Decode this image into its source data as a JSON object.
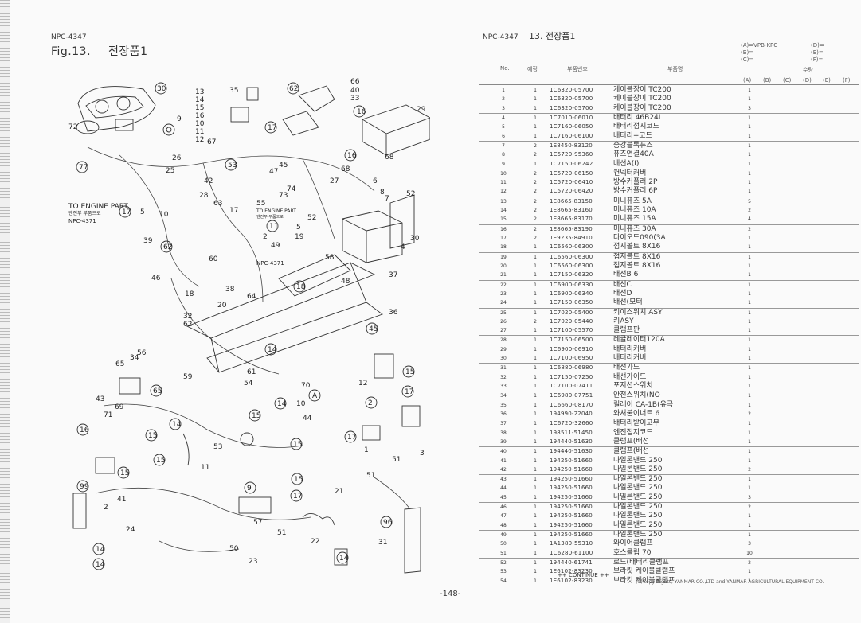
{
  "left_page": {
    "npc": "NPC-4347",
    "fig_label": "Fig.13.",
    "fig_title": "전장품1",
    "page_number": "-148-",
    "callouts": [
      "30",
      "13",
      "35",
      "62",
      "20",
      "66",
      "40",
      "33",
      "14",
      "15",
      "16",
      "2",
      "29",
      "72",
      "9",
      "10",
      "11",
      "12",
      "67",
      "17",
      "26",
      "8",
      "25",
      "55",
      "16",
      "68",
      "77",
      "2",
      "42",
      "53",
      "45",
      "47",
      "68",
      "27",
      "6",
      "74",
      "28",
      "73",
      "8",
      "7",
      "52",
      "63",
      "55",
      "5",
      "21",
      "6",
      "3",
      "19",
      "50",
      "39",
      "62",
      "60",
      "NPC-4371",
      "NPC-4371",
      "20",
      "58",
      "48",
      "37",
      "46",
      "18",
      "38",
      "64",
      "32",
      "62",
      "36",
      "13",
      "51",
      "14",
      "4",
      "34",
      "56",
      "61",
      "65",
      "59",
      "43",
      "65",
      "4",
      "54",
      "70",
      "12",
      "17",
      "3",
      "71",
      "69",
      "11",
      "14",
      "10",
      "44",
      "2",
      "21",
      "16",
      "3",
      "15",
      "3",
      "14",
      "1",
      "53",
      "17",
      "1",
      "51",
      "15",
      "6",
      "15",
      "1",
      "15",
      "12",
      "99",
      "2",
      "15",
      "7",
      "41",
      "9",
      "1",
      "17",
      "3",
      "21",
      "51",
      "22",
      "57",
      "24",
      "14",
      "9",
      "14",
      "8",
      "50",
      "23",
      "96",
      "5",
      "31",
      "14",
      "7",
      "2",
      "1",
      "3",
      "54",
      "19",
      "61",
      "5",
      "4",
      "45",
      "3",
      "15",
      "11"
    ],
    "engine_part_1": "TO ENGINE PART",
    "engine_part_1_sub": "엔진부 부품으로",
    "engine_part_1_ref": "NPC-4371",
    "engine_part_2": "TO ENGINE PART",
    "engine_part_2_sub": "엔진부 부품으로",
    "engine_part_2_ref": "NPC-4371"
  },
  "right_page": {
    "npc": "NPC-4347",
    "section": "13.  전장품1",
    "models_left": [
      "(A)=VPB-KPC",
      "(B)=",
      "(C)="
    ],
    "models_right": [
      "(D)=",
      "(E)=",
      "(F)="
    ],
    "headers": {
      "no": "No.",
      "ref": "예정",
      "part_no": "부품번호",
      "name": "부품명",
      "qty": "수량"
    },
    "qty_cols": [
      "(A)",
      "(B)",
      "(C)",
      "(D)",
      "(E)",
      "(F)"
    ],
    "rows": [
      {
        "no": "1",
        "ref": "1",
        "pn": "1C6320-05700",
        "name": "케이블장이 TC200",
        "qa": "1"
      },
      {
        "no": "2",
        "ref": "1",
        "pn": "1C6320-05700",
        "name": "케이블장이 TC200",
        "qa": "1"
      },
      {
        "no": "3",
        "ref": "1",
        "pn": "1C6320-05700",
        "name": "케이블장이 TC200",
        "qa": "3"
      },
      {
        "no": "4",
        "ref": "1",
        "pn": "1C7010-06010",
        "name": "배터리 46B24L",
        "qa": "1"
      },
      {
        "no": "5",
        "ref": "1",
        "pn": "1C7160-06050",
        "name": "배터리접지코드",
        "qa": "1"
      },
      {
        "no": "6",
        "ref": "1",
        "pn": "1C7160-06100",
        "name": "배터리+코드",
        "qa": "1"
      },
      {
        "no": "7",
        "ref": "2",
        "pn": "1E8450-83120",
        "name": "승강블록퓨즈",
        "qa": "1"
      },
      {
        "no": "8",
        "ref": "2",
        "pn": "1C5720-95360",
        "name": "퓨즈연결40A",
        "qa": "1"
      },
      {
        "no": "9",
        "ref": "1",
        "pn": "1C7150-06242",
        "name": "배선A(I)",
        "qa": "1"
      },
      {
        "no": "10",
        "ref": "2",
        "pn": "1C5720-06150",
        "name": "컨넥터커버",
        "qa": "1"
      },
      {
        "no": "11",
        "ref": "2",
        "pn": "1C5720-06410",
        "name": "방수커플러 2P",
        "qa": "1"
      },
      {
        "no": "12",
        "ref": "2",
        "pn": "1C5720-06420",
        "name": "방수커플러 6P",
        "qa": "1"
      },
      {
        "no": "13",
        "ref": "2",
        "pn": "1E8665-83150",
        "name": "미니퓨즈 5A",
        "qa": "5"
      },
      {
        "no": "14",
        "ref": "2",
        "pn": "1E8665-83160",
        "name": "미니퓨즈 10A",
        "qa": "2"
      },
      {
        "no": "15",
        "ref": "2",
        "pn": "1E8665-83170",
        "name": "미니퓨즈 15A",
        "qa": "4"
      },
      {
        "no": "16",
        "ref": "2",
        "pn": "1E8665-83190",
        "name": "미니퓨즈 30A",
        "qa": "2"
      },
      {
        "no": "17",
        "ref": "2",
        "pn": "1E9235-84910",
        "name": "다이오드090(3A",
        "qa": "1"
      },
      {
        "no": "18",
        "ref": "1",
        "pn": "1C6560-06300",
        "name": "접지볼트 8X16",
        "qa": "1"
      },
      {
        "no": "19",
        "ref": "1",
        "pn": "1C6560-06300",
        "name": "접지볼트 8X16",
        "qa": "1"
      },
      {
        "no": "20",
        "ref": "1",
        "pn": "1C6560-06300",
        "name": "접지볼트 8X16",
        "qa": "1"
      },
      {
        "no": "21",
        "ref": "1",
        "pn": "1C7150-06320",
        "name": "배선B 6",
        "qa": "1"
      },
      {
        "no": "22",
        "ref": "1",
        "pn": "1C6900-06330",
        "name": "배선C",
        "qa": "1"
      },
      {
        "no": "23",
        "ref": "1",
        "pn": "1C6900-06340",
        "name": "배선D",
        "qa": "1"
      },
      {
        "no": "24",
        "ref": "1",
        "pn": "1C7150-06350",
        "name": "배선(모터",
        "qa": "1"
      },
      {
        "no": "25",
        "ref": "1",
        "pn": "1C7020-05400",
        "name": "키이스위치 ASY",
        "qa": "1"
      },
      {
        "no": "26",
        "ref": "2",
        "pn": "1C7020-05440",
        "name": "키ASY",
        "qa": "1"
      },
      {
        "no": "27",
        "ref": "1",
        "pn": "1C7100-05570",
        "name": "클램프판",
        "qa": "1"
      },
      {
        "no": "28",
        "ref": "1",
        "pn": "1C7150-06500",
        "name": "레귤레이터120A",
        "qa": "1"
      },
      {
        "no": "29",
        "ref": "1",
        "pn": "1C6900-06910",
        "name": "배터리커버",
        "qa": "1"
      },
      {
        "no": "30",
        "ref": "1",
        "pn": "1C7100-06950",
        "name": "배터리커버",
        "qa": "1"
      },
      {
        "no": "31",
        "ref": "1",
        "pn": "1C6880-06980",
        "name": "배선가드",
        "qa": "1"
      },
      {
        "no": "32",
        "ref": "1",
        "pn": "1C7150-07250",
        "name": "배선가이드",
        "qa": "1"
      },
      {
        "no": "33",
        "ref": "1",
        "pn": "1C7100-07411",
        "name": "포지션스위치",
        "qa": "1"
      },
      {
        "no": "34",
        "ref": "1",
        "pn": "1C6980-07751",
        "name": "안전스위치(NO",
        "qa": "1"
      },
      {
        "no": "35",
        "ref": "1",
        "pn": "1C6660-08170",
        "name": "릴레이 CA-1B(유극",
        "qa": "1"
      },
      {
        "no": "36",
        "ref": "1",
        "pn": "194990-22040",
        "name": "와셔붙이너트 6",
        "qa": "2"
      },
      {
        "no": "37",
        "ref": "1",
        "pn": "1C6720-32660",
        "name": "배터리받이고무",
        "qa": "1"
      },
      {
        "no": "38",
        "ref": "1",
        "pn": "198511-51450",
        "name": "엔진접지코드",
        "qa": "1"
      },
      {
        "no": "39",
        "ref": "1",
        "pn": "194440-51630",
        "name": "클램프(배선",
        "qa": "1"
      },
      {
        "no": "40",
        "ref": "1",
        "pn": "194440-51630",
        "name": "클램프(배선",
        "qa": "1"
      },
      {
        "no": "41",
        "ref": "1",
        "pn": "194250-51660",
        "name": "나일론밴드 250",
        "qa": "1"
      },
      {
        "no": "42",
        "ref": "1",
        "pn": "194250-51660",
        "name": "나일론밴드 250",
        "qa": "2"
      },
      {
        "no": "43",
        "ref": "1",
        "pn": "194250-51660",
        "name": "나일론밴드 250",
        "qa": "1"
      },
      {
        "no": "44",
        "ref": "1",
        "pn": "194250-51660",
        "name": "나일론밴드 250",
        "qa": "1"
      },
      {
        "no": "45",
        "ref": "1",
        "pn": "194250-51660",
        "name": "나일론밴드 250",
        "qa": "3"
      },
      {
        "no": "46",
        "ref": "1",
        "pn": "194250-51660",
        "name": "나일론밴드 250",
        "qa": "2"
      },
      {
        "no": "47",
        "ref": "1",
        "pn": "194250-51660",
        "name": "나일론밴드 250",
        "qa": "1"
      },
      {
        "no": "48",
        "ref": "1",
        "pn": "194250-51660",
        "name": "나일론밴드 250",
        "qa": "1"
      },
      {
        "no": "49",
        "ref": "1",
        "pn": "194250-51660",
        "name": "나일론밴드 250",
        "qa": "1"
      },
      {
        "no": "50",
        "ref": "1",
        "pn": "1A1380-55310",
        "name": "와이어클램프",
        "qa": "3"
      },
      {
        "no": "51",
        "ref": "1",
        "pn": "1C6280-61100",
        "name": "호스클립 70",
        "qa": "10"
      },
      {
        "no": "52",
        "ref": "1",
        "pn": "194440-61741",
        "name": "로드(배터리클램프",
        "qa": "2"
      },
      {
        "no": "53",
        "ref": "1",
        "pn": "1E6102-83230",
        "name": "브라킷 케이블클램프",
        "qa": "1"
      },
      {
        "no": "54",
        "ref": "1",
        "pn": "1E6102-83230",
        "name": "브라킷 케이블클램프",
        "qa": "1"
      }
    ],
    "group_starts": [
      3,
      6,
      9,
      12,
      15,
      18,
      21,
      24,
      27,
      30,
      33,
      36,
      39,
      42,
      45,
      48,
      51
    ],
    "continue": "++ CONTINUE ++",
    "copyright": "(C)Copy Rights, YANMAR CO.,LTD and YANMAR AGRICULTURAL EQUIPMENT CO."
  }
}
